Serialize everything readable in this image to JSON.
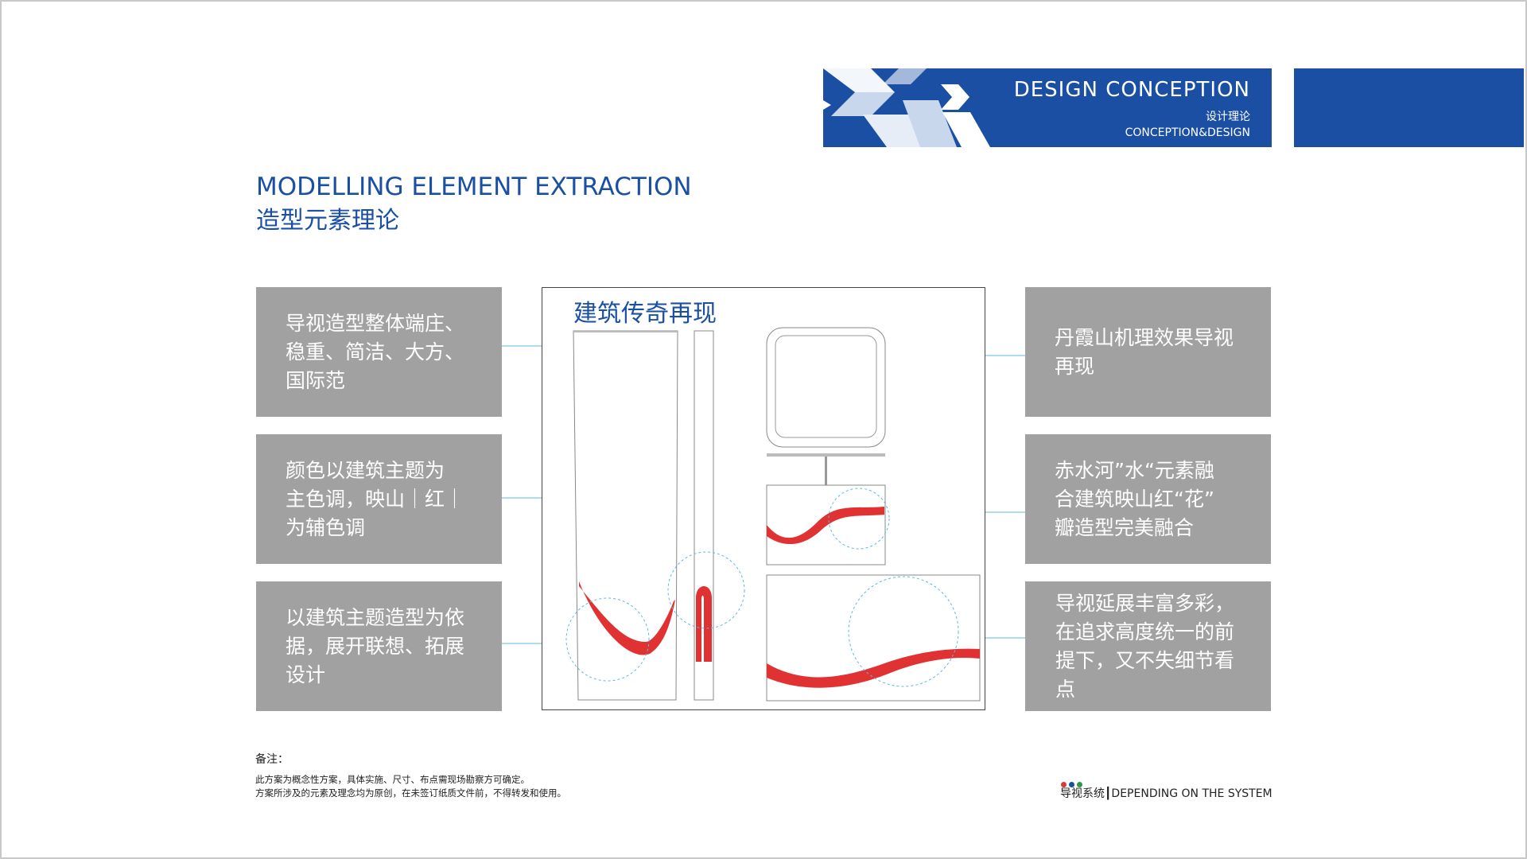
{
  "header": {
    "title": "DESIGN CONCEPTION",
    "subtitle_cn": "设计理论",
    "subtitle_en": "CONCEPTION&DESIGN",
    "color": "#1a4fa3"
  },
  "section": {
    "title_en": "MODELLING ELEMENT EXTRACTION",
    "title_cn": "造型元素理论"
  },
  "left_boxes": [
    {
      "lines": [
        "导视造型整体端庄、",
        "稳重、简洁、大方、",
        "国际范"
      ]
    },
    {
      "lines": [
        "颜色以建筑主题为",
        "主色调，映山｜红｜",
        "为辅色调"
      ]
    },
    {
      "lines": [
        "以建筑主题造型为依",
        "据，展开联想、拓展",
        "设计"
      ]
    }
  ],
  "right_boxes": [
    {
      "lines": [
        "丹霞山机理效果导视",
        "再现"
      ]
    },
    {
      "lines": [
        "赤水河”水“元素融",
        "合建筑映山红“花”",
        "瓣造型完美融合"
      ]
    },
    {
      "lines": [
        "导视延展丰富多彩，",
        "在追求高度统一的前",
        "提下，又不失细节看",
        "点"
      ]
    }
  ],
  "center_panel": {
    "title": "建筑传奇再现",
    "accent_color": "#e03232"
  },
  "footer": {
    "notes_title": "备注：",
    "notes": [
      "此方案为概念性方案，具体实施、尺寸、布点需现场勘察方可确定。",
      "方案所涉及的元素及理念均为原创，在未签订纸质文件前，不得转发和使用。"
    ],
    "brand": "导视系统┃DEPENDING ON THE SYSTEM",
    "dot_colors": [
      "#d83a3a",
      "#1a4fa3",
      "#2e9a46"
    ]
  }
}
